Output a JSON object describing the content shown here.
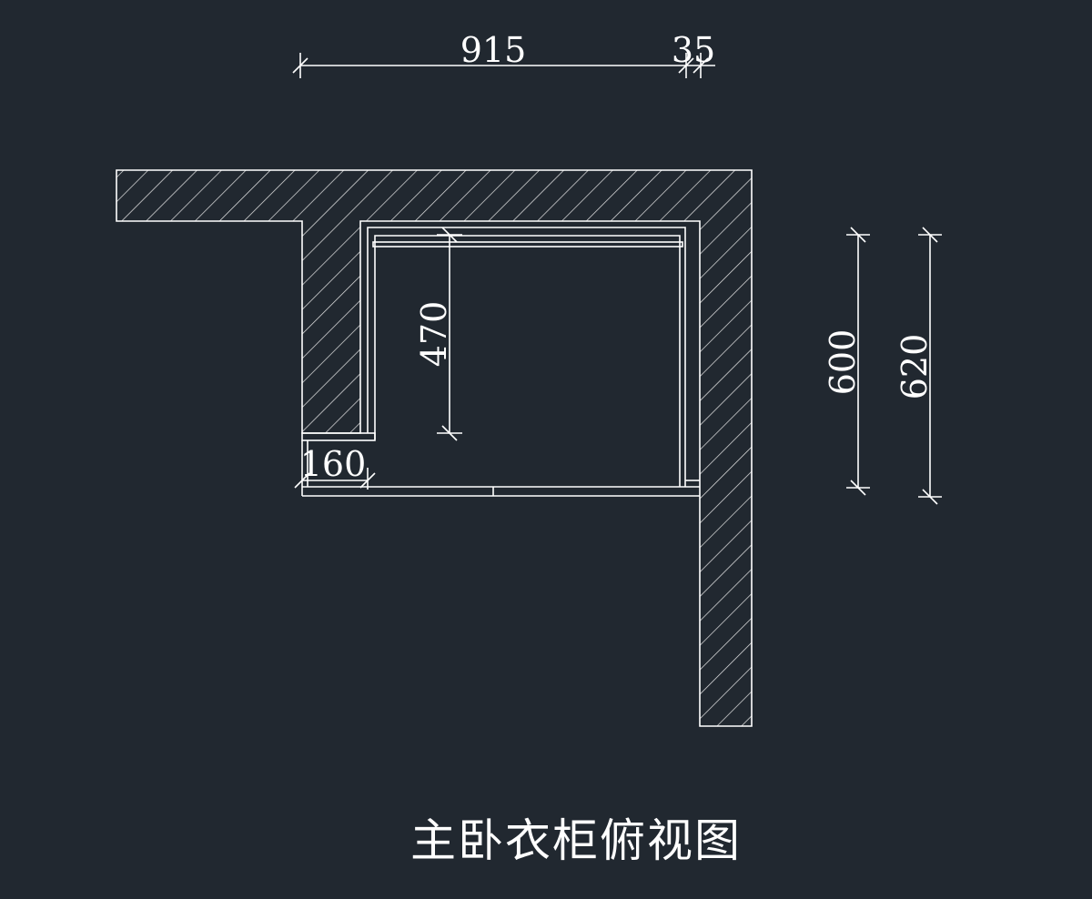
{
  "drawing": {
    "title": "主卧衣柜俯视图",
    "dimensions": {
      "top_width": "915",
      "top_offset": "35",
      "inner_depth": "470",
      "left_return": "160",
      "cabinet_depth": "600",
      "overall_depth": "620"
    },
    "colors": {
      "background": "#212830",
      "line": "#ffffff"
    }
  }
}
